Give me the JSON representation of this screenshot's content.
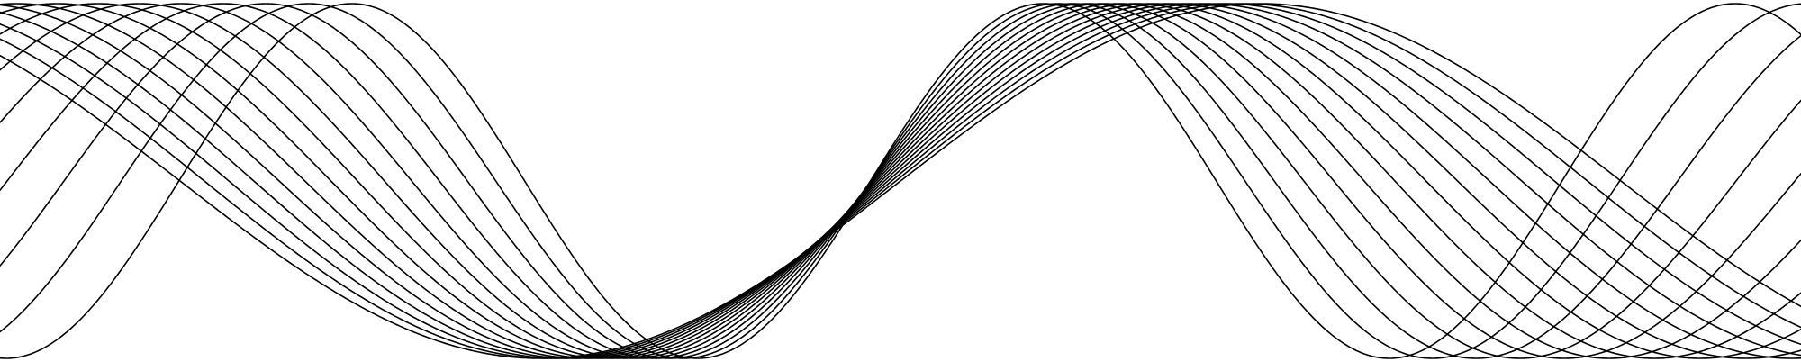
{
  "figure": {
    "description_kind": "harmonograph-like family of sinusoidal curves",
    "background_color": "#ffffff",
    "stroke_color": "#000000",
    "curves": [
      {
        "id": 1,
        "wavelength_frac": 1.0,
        "phase": 0.0
      },
      {
        "id": 2,
        "wavelength_frac": 0.96,
        "phase": 0.06
      },
      {
        "id": 3,
        "wavelength_frac": 0.92,
        "phase": 0.12
      },
      {
        "id": 4,
        "wavelength_frac": 0.88,
        "phase": 0.18
      },
      {
        "id": 5,
        "wavelength_frac": 0.84,
        "phase": 0.24
      },
      {
        "id": 6,
        "wavelength_frac": 0.8,
        "phase": 0.3
      },
      {
        "id": 7,
        "wavelength_frac": 0.76,
        "phase": 0.36
      },
      {
        "id": 8,
        "wavelength_frac": 0.72,
        "phase": 0.42
      },
      {
        "id": 9,
        "wavelength_frac": 0.68,
        "phase": 0.48
      },
      {
        "id": 10,
        "wavelength_frac": 0.64,
        "phase": 0.54
      },
      {
        "id": 11,
        "wavelength_frac": 0.6,
        "phase": 0.6
      },
      {
        "id": 12,
        "wavelength_frac": 0.56,
        "phase": 0.66
      },
      {
        "id": 13,
        "wavelength_frac": 0.52,
        "phase": 0.72
      },
      {
        "id": 14,
        "wavelength_frac": 0.48,
        "phase": 0.78
      }
    ]
  }
}
